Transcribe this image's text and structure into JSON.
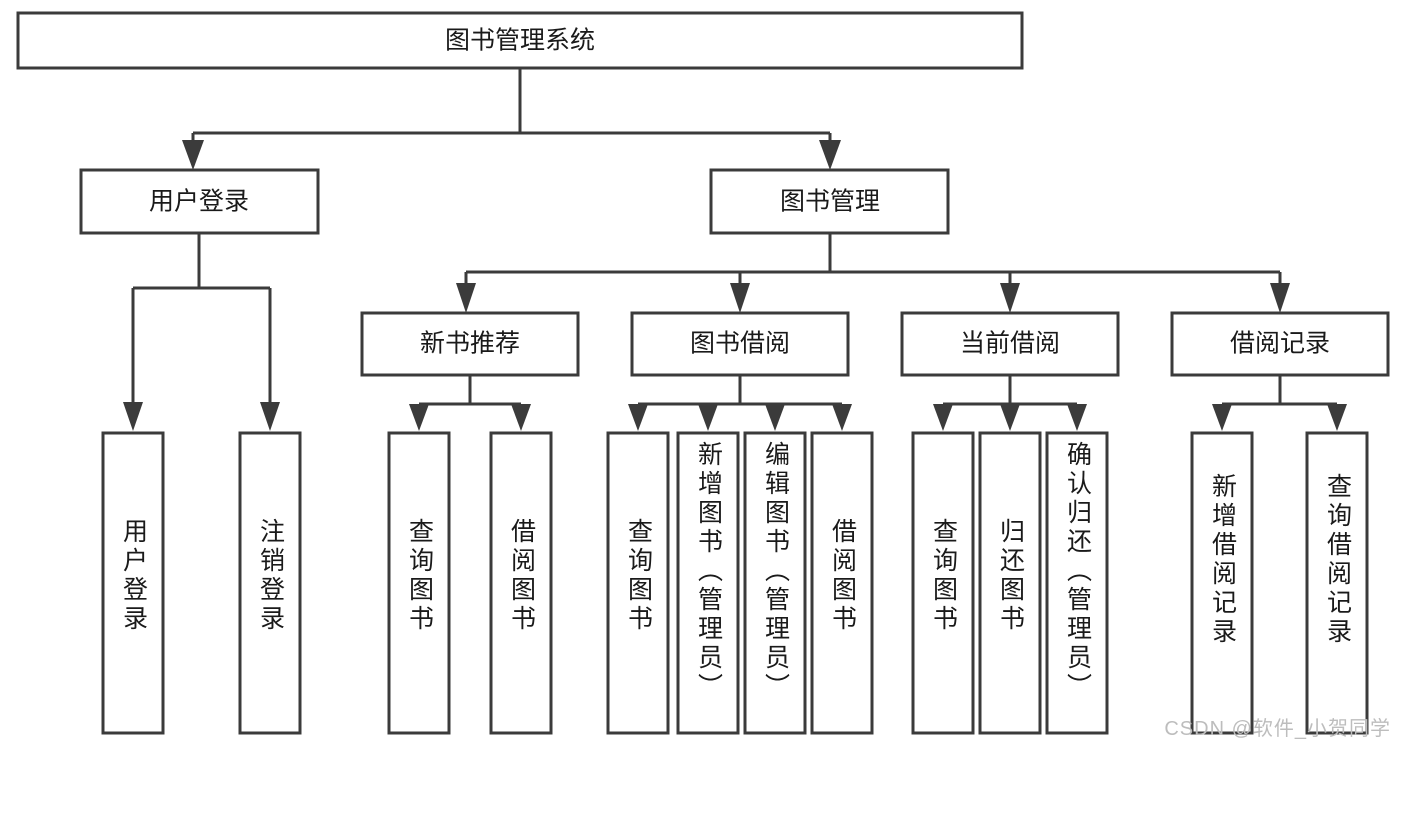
{
  "diagram": {
    "title": "图书管理系统",
    "type": "tree-hierarchy-chart",
    "root": {
      "label": "图书管理系统"
    },
    "level2": [
      {
        "label": "用户登录"
      },
      {
        "label": "图书管理"
      }
    ],
    "level3": [
      {
        "label": "新书推荐"
      },
      {
        "label": "图书借阅"
      },
      {
        "label": "当前借阅"
      },
      {
        "label": "借阅记录"
      }
    ],
    "leaves": [
      {
        "label": "用户登录",
        "parent": "用户登录"
      },
      {
        "label": "注销登录",
        "parent": "用户登录"
      },
      {
        "label": "查询图书",
        "parent": "新书推荐"
      },
      {
        "label": "借阅图书",
        "parent": "新书推荐"
      },
      {
        "label": "查询图书",
        "parent": "图书借阅"
      },
      {
        "label": "新增图书（管理员）",
        "parent": "图书借阅"
      },
      {
        "label": "编辑图书（管理员）",
        "parent": "图书借阅"
      },
      {
        "label": "借阅图书",
        "parent": "图书借阅"
      },
      {
        "label": "查询图书",
        "parent": "当前借阅"
      },
      {
        "label": "归还图书",
        "parent": "当前借阅"
      },
      {
        "label": "确认归还（管理员）",
        "parent": "当前借阅"
      },
      {
        "label": "新增借阅记录",
        "parent": "借阅记录"
      },
      {
        "label": "查询借阅记录",
        "parent": "借阅记录"
      }
    ]
  },
  "watermark": {
    "text": "CSDN @软件_小贺同学"
  },
  "colors": {
    "box_stroke": "#3b3b3b",
    "box_fill": "#ffffff",
    "text": "#1a1a1a",
    "watermark": "#bdbdbd",
    "background": "#ffffff"
  }
}
